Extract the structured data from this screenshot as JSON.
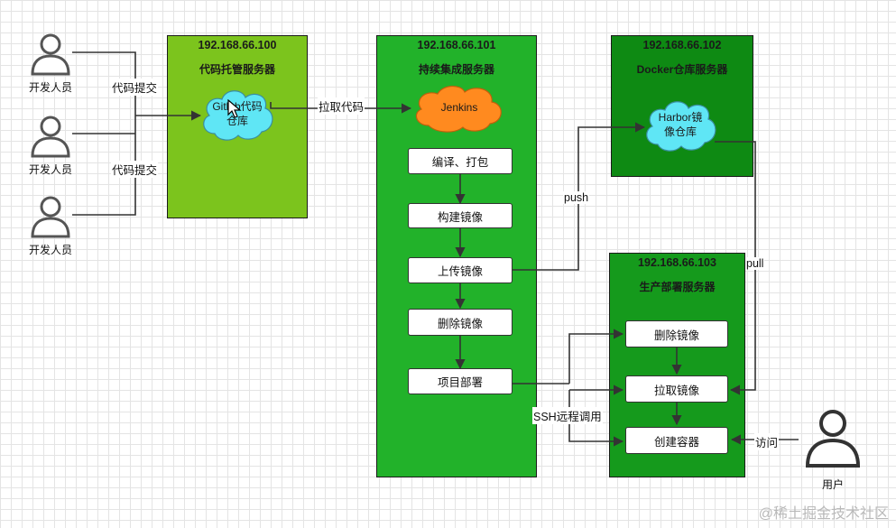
{
  "users": {
    "developer_label": "开发人员",
    "end_user_label": "用户"
  },
  "edge_labels": {
    "commit_top": "代码提交",
    "commit_bottom": "代码提交",
    "pull_code": "拉取代码",
    "push": "push",
    "pull": "pull",
    "ssh": "SSH远程调用",
    "visit": "访问"
  },
  "servers": {
    "gitlab": {
      "ip": "192.168.66.100",
      "title": "代码托管服务器",
      "cloud_line1": "Gitlab代码",
      "cloud_line2": "仓库"
    },
    "jenkins": {
      "ip": "192.168.66.101",
      "title": "持续集成服务器",
      "cloud_label": "Jenkins",
      "steps": [
        "编译、打包",
        "构建镜像",
        "上传镜像",
        "删除镜像",
        "项目部署"
      ]
    },
    "docker": {
      "ip": "192.168.66.102",
      "title": "Docker仓库服务器",
      "cloud_line1": "Harbor镜",
      "cloud_line2": "像仓库"
    },
    "prod": {
      "ip": "192.168.66.103",
      "title": "生产部署服务器",
      "steps": [
        "删除镜像",
        "拉取镜像",
        "创建容器"
      ]
    }
  },
  "colors": {
    "gitlab_box": "#7cc41d",
    "jenkins_box": "#22b22a",
    "docker_box": "#0e8a13",
    "prod_box": "#159a1c",
    "cloud_cyan": "#5fe6f5",
    "cloud_orange": "#ff8a1f"
  },
  "icons": {
    "person": "user-icon",
    "cursor": "cursor-icon",
    "cloud": "cloud-shape"
  },
  "watermark": "@稀土掘金技术社区"
}
